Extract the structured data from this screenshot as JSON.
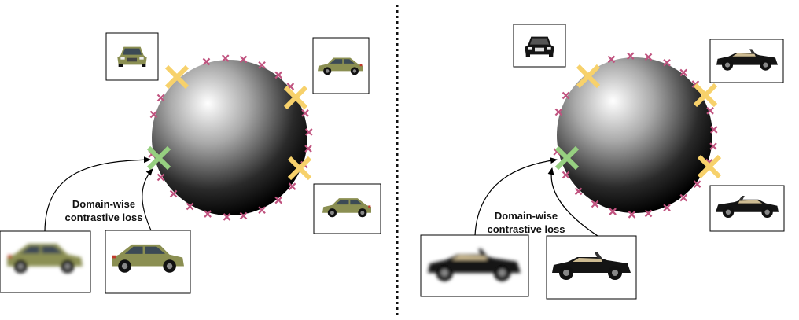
{
  "panels": [
    {
      "id": "left",
      "caption_line1": "Domain-wise",
      "caption_line2": "contrastive loss",
      "subject": "olive hatchback car",
      "car_color": "#8b8f52",
      "car_dark": "#5d6136",
      "car_window": "#3c4a55",
      "style": "hatchback",
      "boxes": [
        "front-view-thumbnail",
        "three-quarter-view-thumbnail",
        "side-view-thumbnail",
        "blurred-query-image",
        "clean-query-image"
      ]
    },
    {
      "id": "right",
      "caption_line1": "Domain-wise",
      "caption_line2": "contrastive loss",
      "subject": "black convertible car",
      "car_color": "#141414",
      "car_dark": "#000000",
      "car_window": "#cdbb92",
      "style": "convertible",
      "boxes": [
        "front-view-thumbnail",
        "three-quarter-view-thumbnail",
        "side-view-thumbnail",
        "blurred-query-image",
        "clean-query-image"
      ]
    }
  ],
  "markers": {
    "positive_color": "#96cf80",
    "anchor_color": "#f7d16b",
    "negative_color": "#c0537f",
    "sphere_highlight": "#ffffff",
    "sphere_shadow": "#000000"
  },
  "divider": {
    "style": "dotted",
    "color": "#111111"
  }
}
